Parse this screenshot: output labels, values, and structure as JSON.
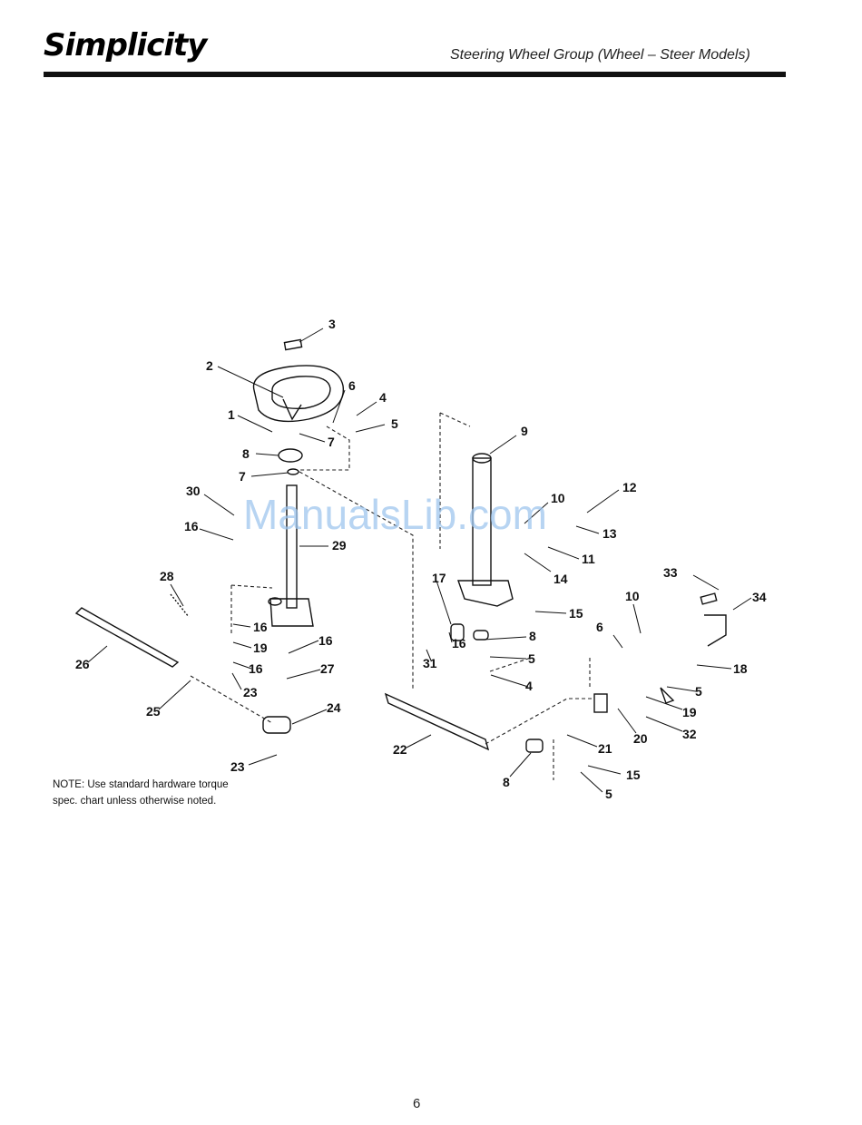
{
  "header": {
    "brand": "Simplicity",
    "title": "Steering Wheel Group (Wheel – Steer Models)"
  },
  "watermark": "ManualsLib.com",
  "note": "NOTE: Use standard hardware torque spec. chart unless otherwise noted.",
  "page_number": "6",
  "callouts": [
    "3",
    "2",
    "6",
    "4",
    "1",
    "5",
    "7",
    "8",
    "7",
    "9",
    "10",
    "12",
    "13",
    "30",
    "11",
    "16",
    "29",
    "14",
    "28",
    "17",
    "15",
    "16",
    "8",
    "16",
    "33",
    "10",
    "34",
    "19",
    "26",
    "16",
    "16",
    "31",
    "6",
    "5",
    "27",
    "4",
    "18",
    "23",
    "5",
    "25",
    "24",
    "19",
    "22",
    "20",
    "32",
    "21",
    "23",
    "8",
    "15",
    "5"
  ]
}
